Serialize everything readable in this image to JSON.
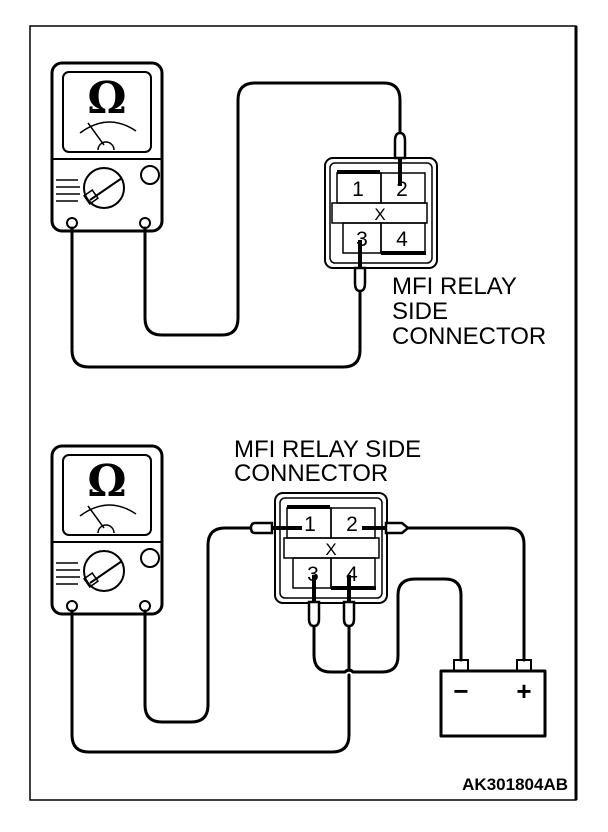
{
  "diagram": {
    "upper": {
      "meter_symbol": "Ω",
      "connector_label_lines": [
        "MFI RELAY",
        "SIDE",
        "CONNECTOR"
      ],
      "pins": [
        "1",
        "2",
        "3",
        "4"
      ],
      "center_mark": "X",
      "probed_pins": [
        "2",
        "3"
      ]
    },
    "lower": {
      "meter_symbol": "Ω",
      "connector_label_lines": [
        "MFI RELAY SIDE",
        "CONNECTOR"
      ],
      "pins": [
        "1",
        "2",
        "3",
        "4"
      ],
      "center_mark": "X",
      "probed_pins": [
        "1",
        "2"
      ],
      "battery_pins": [
        "3",
        "4"
      ],
      "battery": {
        "negative": "−",
        "positive": "+"
      }
    },
    "figure_code": "AK301804AB"
  }
}
